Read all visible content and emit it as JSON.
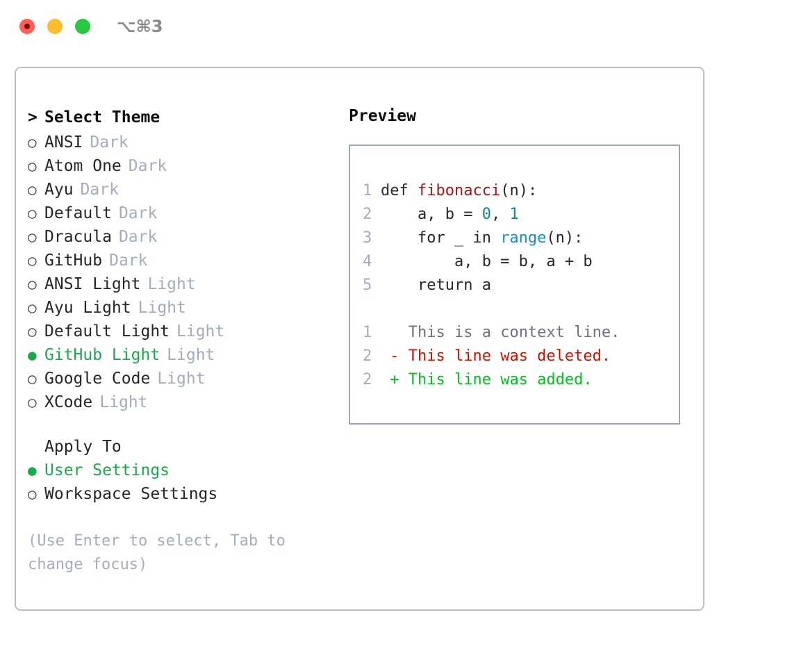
{
  "titlebar": {
    "shortcut": "⌥⌘3",
    "traffic_lights": {
      "close_color": "#ff5f57",
      "minimize_color": "#ffbd2e",
      "maximize_color": "#28c840"
    }
  },
  "left_panel": {
    "heading": "Select Theme",
    "caret": ">",
    "bullet_empty": "○",
    "bullet_filled": "●",
    "themes": [
      {
        "name": "ANSI",
        "tag": "Dark",
        "selected": false
      },
      {
        "name": "Atom One",
        "tag": "Dark",
        "selected": false
      },
      {
        "name": "Ayu",
        "tag": "Dark",
        "selected": false
      },
      {
        "name": "Default",
        "tag": "Dark",
        "selected": false
      },
      {
        "name": "Dracula",
        "tag": "Dark",
        "selected": false
      },
      {
        "name": "GitHub",
        "tag": "Dark",
        "selected": false
      },
      {
        "name": "ANSI Light",
        "tag": "Light",
        "selected": false
      },
      {
        "name": "Ayu Light",
        "tag": "Light",
        "selected": false
      },
      {
        "name": "Default Light",
        "tag": "Light",
        "selected": false
      },
      {
        "name": "GitHub Light",
        "tag": "Light",
        "selected": true
      },
      {
        "name": "Google Code",
        "tag": "Light",
        "selected": false
      },
      {
        "name": "XCode",
        "tag": "Light",
        "selected": false
      }
    ],
    "apply_to": {
      "header": "Apply To",
      "options": [
        {
          "name": "User Settings",
          "selected": true
        },
        {
          "name": "Workspace Settings",
          "selected": false
        }
      ]
    },
    "hint": "(Use Enter to select, Tab to change focus)"
  },
  "right_panel": {
    "title": "Preview",
    "code_lines": [
      {
        "number": "1",
        "segments": [
          {
            "text": "def ",
            "style": "code-default"
          },
          {
            "text": "fibonacci",
            "style": "fn"
          },
          {
            "text": "(n):",
            "style": "code-default"
          }
        ]
      },
      {
        "number": "2",
        "segments": [
          {
            "text": "    a, b = ",
            "style": "code-default"
          },
          {
            "text": "0",
            "style": "num"
          },
          {
            "text": ", ",
            "style": "code-default"
          },
          {
            "text": "1",
            "style": "num"
          }
        ]
      },
      {
        "number": "3",
        "segments": [
          {
            "text": "    for _ in ",
            "style": "code-default"
          },
          {
            "text": "range",
            "style": "call"
          },
          {
            "text": "(n):",
            "style": "code-default"
          }
        ]
      },
      {
        "number": "4",
        "segments": [
          {
            "text": "        a, b = b, a + b",
            "style": "code-default"
          }
        ]
      },
      {
        "number": "5",
        "segments": [
          {
            "text": "    return a",
            "style": "code-default"
          }
        ]
      }
    ],
    "diff_lines": [
      {
        "number": "1",
        "marker": " ",
        "text": "This is a context line.",
        "style": "diff-ctx"
      },
      {
        "number": "2",
        "marker": "-",
        "text": "This line was deleted.",
        "style": "diff-del"
      },
      {
        "number": "2",
        "marker": "+",
        "text": "This line was added.",
        "style": "diff-add"
      }
    ]
  },
  "colors": {
    "accent_green": "#1aa94b",
    "tag_gray": "#a3adbb",
    "panel_border": "#b9c0cc",
    "code_border": "#9aa5b5",
    "fn_red": "#a3151b",
    "num_teal": "#0c8a8a",
    "call_blue": "#1a8fc1",
    "diff_del_red": "#cc1100",
    "diff_add_green": "#00c020"
  }
}
